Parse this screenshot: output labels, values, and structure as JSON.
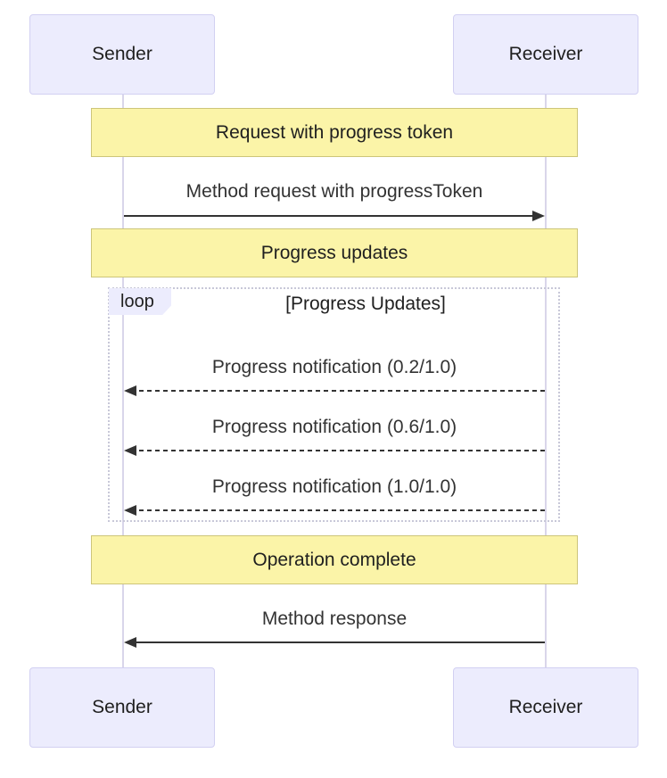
{
  "participants": {
    "sender": "Sender",
    "receiver": "Receiver"
  },
  "notes": {
    "request": "Request with progress token",
    "progress": "Progress updates",
    "complete": "Operation complete"
  },
  "loop": {
    "keyword": "loop",
    "condition": "[Progress Updates]"
  },
  "messages": [
    {
      "label": "Method request with progressToken",
      "direction": "sender-to-receiver",
      "style": "solid"
    },
    {
      "label": "Progress notification (0.2/1.0)",
      "direction": "receiver-to-sender",
      "style": "dashed"
    },
    {
      "label": "Progress notification (0.6/1.0)",
      "direction": "receiver-to-sender",
      "style": "dashed"
    },
    {
      "label": "Progress notification (1.0/1.0)",
      "direction": "receiver-to-sender",
      "style": "dashed"
    },
    {
      "label": "Method response",
      "direction": "receiver-to-sender",
      "style": "solid"
    }
  ],
  "colors": {
    "actor_fill": "#ececfd",
    "actor_border": "#d2d0f2",
    "note_fill": "#fbf4a8",
    "note_border": "#cdc57a",
    "lifeline": "#d9d6ea",
    "arrow": "#333333"
  }
}
